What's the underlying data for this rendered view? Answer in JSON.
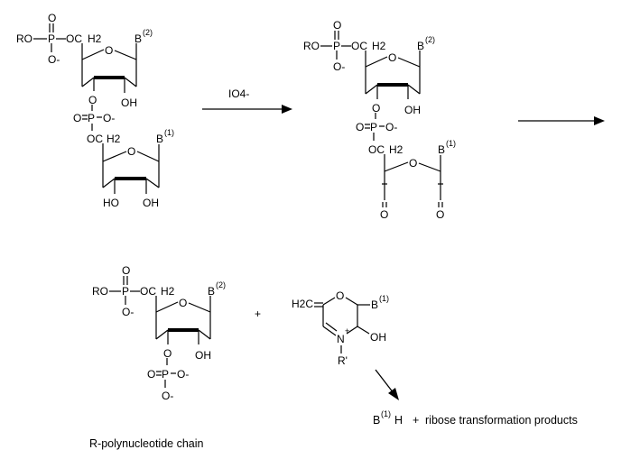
{
  "labels": {
    "ro": "RO",
    "p": "P",
    "o": "O",
    "ominus": "O-",
    "oc": "OC",
    "h2": "H2",
    "oh": "OH",
    "ho": "HO",
    "b": "B",
    "sup1": "(1)",
    "sup2": "(2)",
    "h2c": "H2C",
    "n": "N",
    "plus": "+",
    "rprime": "R'",
    "reagent": "IO4-",
    "plus_sign": "+"
  },
  "products": {
    "base": "B",
    "base_sup": "(1)",
    "base_h": "H",
    "plus": "+",
    "rest": "ribose transformation products"
  },
  "caption": "R-polynucleotide chain"
}
